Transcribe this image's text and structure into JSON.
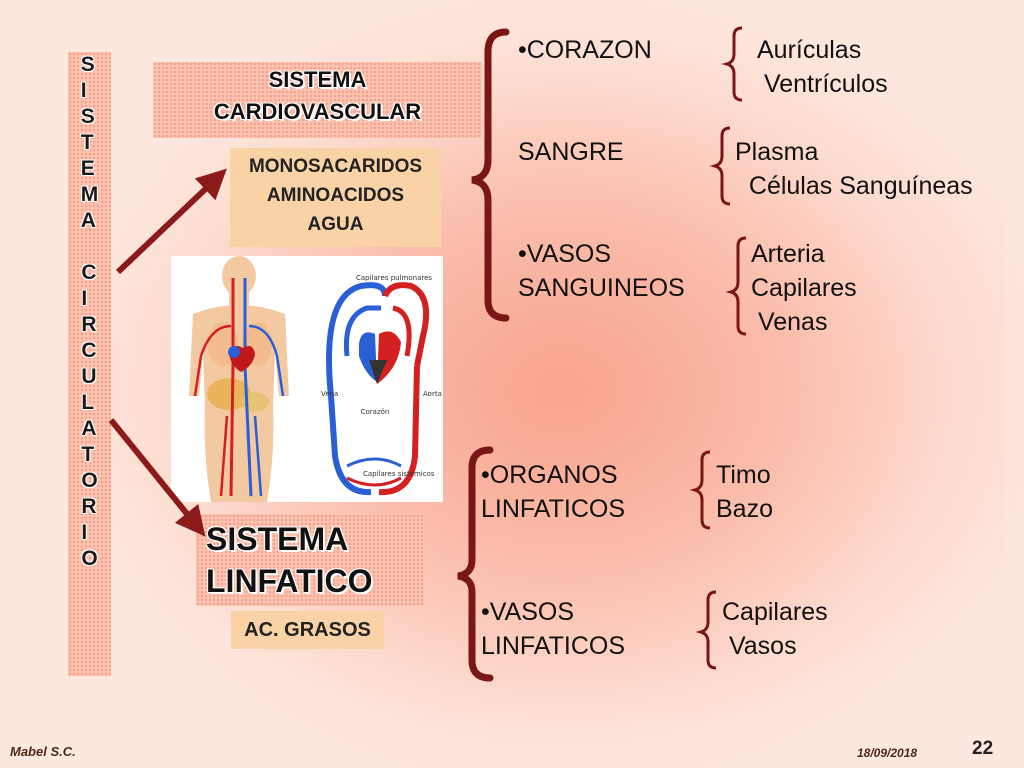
{
  "vertical_title_top": "SISTEMA",
  "vertical_title_bottom": "CIRCULATORIO",
  "cardiovascular": {
    "title_line1": "SISTEMA",
    "title_line2": "CARDIOVASCULAR",
    "nutrients": [
      "MONOSACARIDOS",
      "AMINOACIDOS",
      "AGUA"
    ],
    "components": [
      {
        "name_lines": [
          "•CORAZON"
        ],
        "parts": [
          "Aurículas",
          " Ventrículos"
        ]
      },
      {
        "name_lines": [
          "SANGRE"
        ],
        "parts": [
          "Plasma",
          "  Células Sanguíneas"
        ]
      },
      {
        "name_lines": [
          "•VASOS",
          "SANGUINEOS"
        ],
        "parts": [
          "Arteria",
          "Capilares",
          " Venas"
        ]
      }
    ]
  },
  "linfatico": {
    "title_line1": "SISTEMA",
    "title_line2": "LINFATICO",
    "nutrient": "AC. GRASOS",
    "components": [
      {
        "name_lines": [
          "•ORGANOS",
          "LINFATICOS"
        ],
        "parts": [
          "Timo",
          "Bazo"
        ]
      },
      {
        "name_lines": [
          "•VASOS",
          "LINFATICOS"
        ],
        "parts": [
          "Capilares",
          " Vasos"
        ]
      }
    ]
  },
  "figure_labels": {
    "capilares_pulmonares": "Capilares pulmonares",
    "corazon": "Corazón",
    "vena": "Vena",
    "aorta": "Aorta",
    "capilares_sistemicos": "Capilares sistémicos"
  },
  "footer": {
    "author": "Mabel S.C.",
    "date": "18/09/2018",
    "page": "22"
  },
  "colors": {
    "arrow": "#8b1a1a",
    "brace": "#7a1616",
    "artery": "#d42020",
    "vein": "#2b5fd6"
  }
}
